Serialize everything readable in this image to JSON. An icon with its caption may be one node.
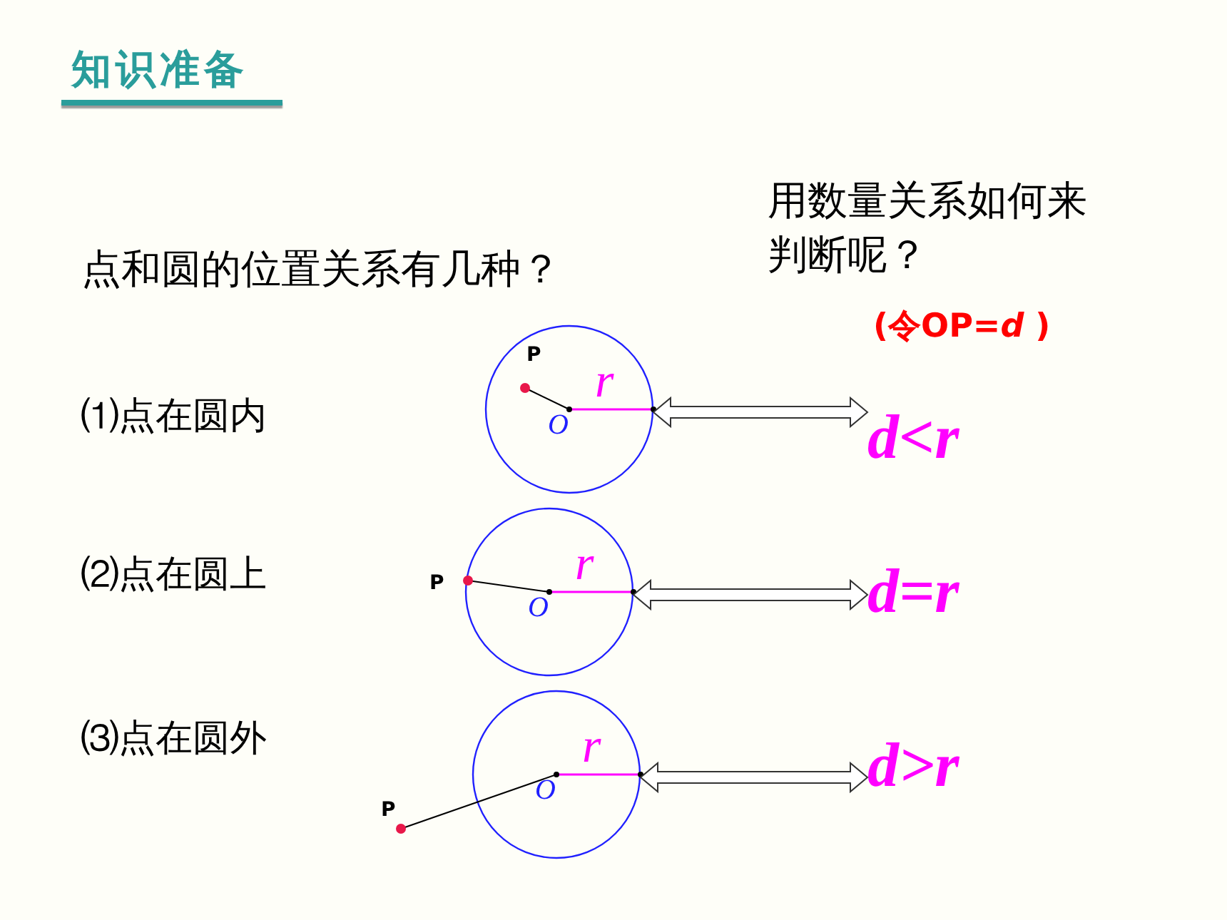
{
  "diagram": {
    "title": "知识准备",
    "nodes": [
      {
        "text": [
          "P",
          "r",
          "O"
        ]
      },
      {
        "text": [
          "r",
          "O"
        ],
        "beside": [
          "P"
        ]
      },
      {
        "text": [
          "r",
          "O"
        ],
        "beside": [
          "P"
        ]
      },
      {
        "text": [
          "d<r"
        ]
      },
      {
        "text": [
          "d=r"
        ]
      },
      {
        "text": [
          "d>r"
        ]
      }
    ],
    "edges": [
      {
        "from": 0,
        "to": 3,
        "arrow": "both"
      },
      {
        "from": 1,
        "to": 4,
        "arrow": "both"
      },
      {
        "from": 2,
        "to": 5,
        "arrow": "both"
      }
    ],
    "labels": [
      "用数量关系如何来判断呢？",
      "点和圆的位置关系有几种？",
      "(令OP=*d* )",
      "⑴点在圆内",
      "⑵点在圆上",
      "⑶点在圆外"
    ]
  }
}
